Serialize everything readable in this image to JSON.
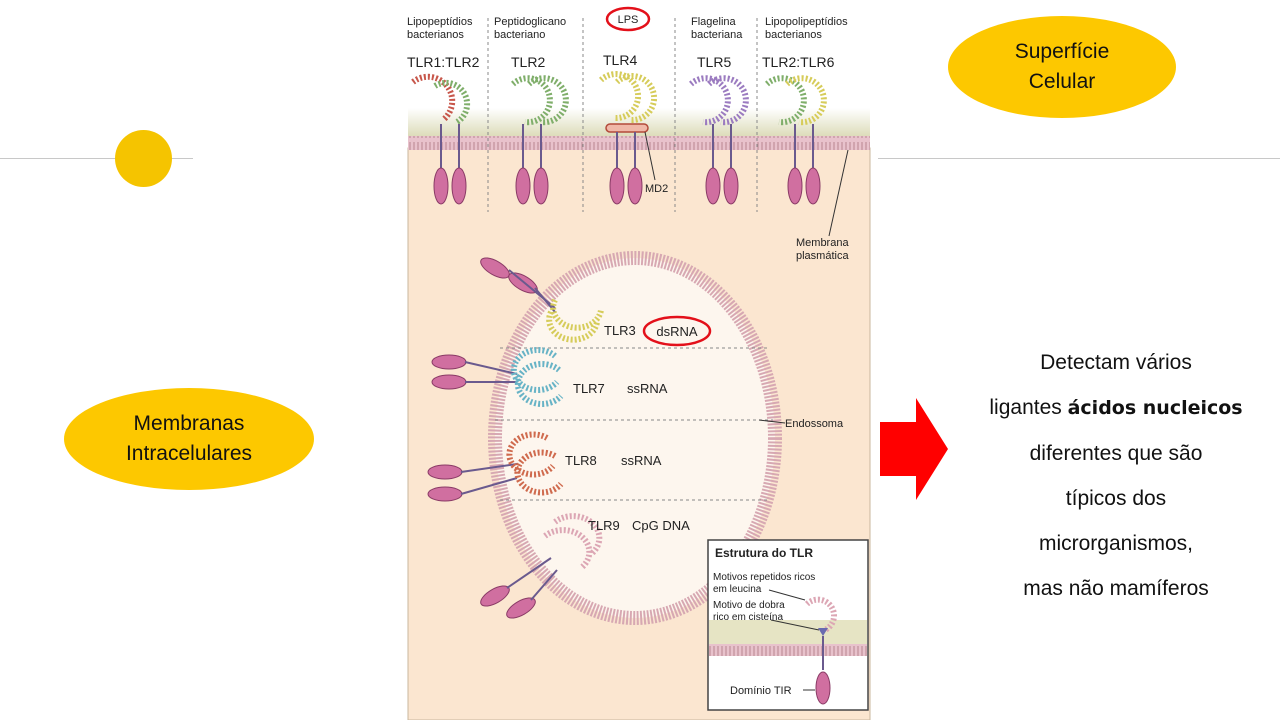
{
  "surface_label": {
    "line1": "Superfície",
    "line2": "Celular"
  },
  "membranes_label": {
    "line1": "Membranas",
    "line2": "Intracelulares"
  },
  "description": {
    "line1": "Detectam vários",
    "line2_pre": "ligantes ",
    "line2_bold": "ácidos nucleicos",
    "line3": "diferentes que são",
    "line4": "típicos dos",
    "line5": "microrganismos,",
    "line6": "mas não mamíferos"
  },
  "diagram": {
    "ligands": {
      "l1a": "Lipopeptídios",
      "l1b": "bacterianos",
      "l2a": "Peptidoglicano",
      "l2b": "bacteriano",
      "l3": "LPS",
      "l4a": "Flagelina",
      "l4b": "bacteriana",
      "l5a": "Lipopolipeptídios",
      "l5b": "bacterianos"
    },
    "receptors": {
      "r1": "TLR1:TLR2",
      "r2": "TLR2",
      "r3": "TLR4",
      "r4": "TLR5",
      "r5": "TLR2:TLR6",
      "tlr3": "TLR3",
      "tlr7": "TLR7",
      "tlr8": "TLR8",
      "tlr9": "TLR9"
    },
    "nucleic": {
      "dsrna": "dsRNA",
      "ssrna7": "ssRNA",
      "ssrna8": "ssRNA",
      "cpg": "CpG DNA"
    },
    "md2": "MD2",
    "plasma": {
      "a": "Membrana",
      "b": "plasmática"
    },
    "endosome": "Endossoma",
    "inset": {
      "title": "Estrutura do TLR",
      "lrr_a": "Motivos repetidos ricos",
      "lrr_b": "em leucina",
      "cys_a": "Motivo de dobra",
      "cys_b": "rico em cisteína",
      "tir": "Domínio TIR"
    }
  },
  "colors": {
    "accent_yellow": "#fdc800",
    "arrow_red": "#ff0000",
    "cell_fill": "#fbe6d0",
    "highlight_red": "#e3101a"
  }
}
